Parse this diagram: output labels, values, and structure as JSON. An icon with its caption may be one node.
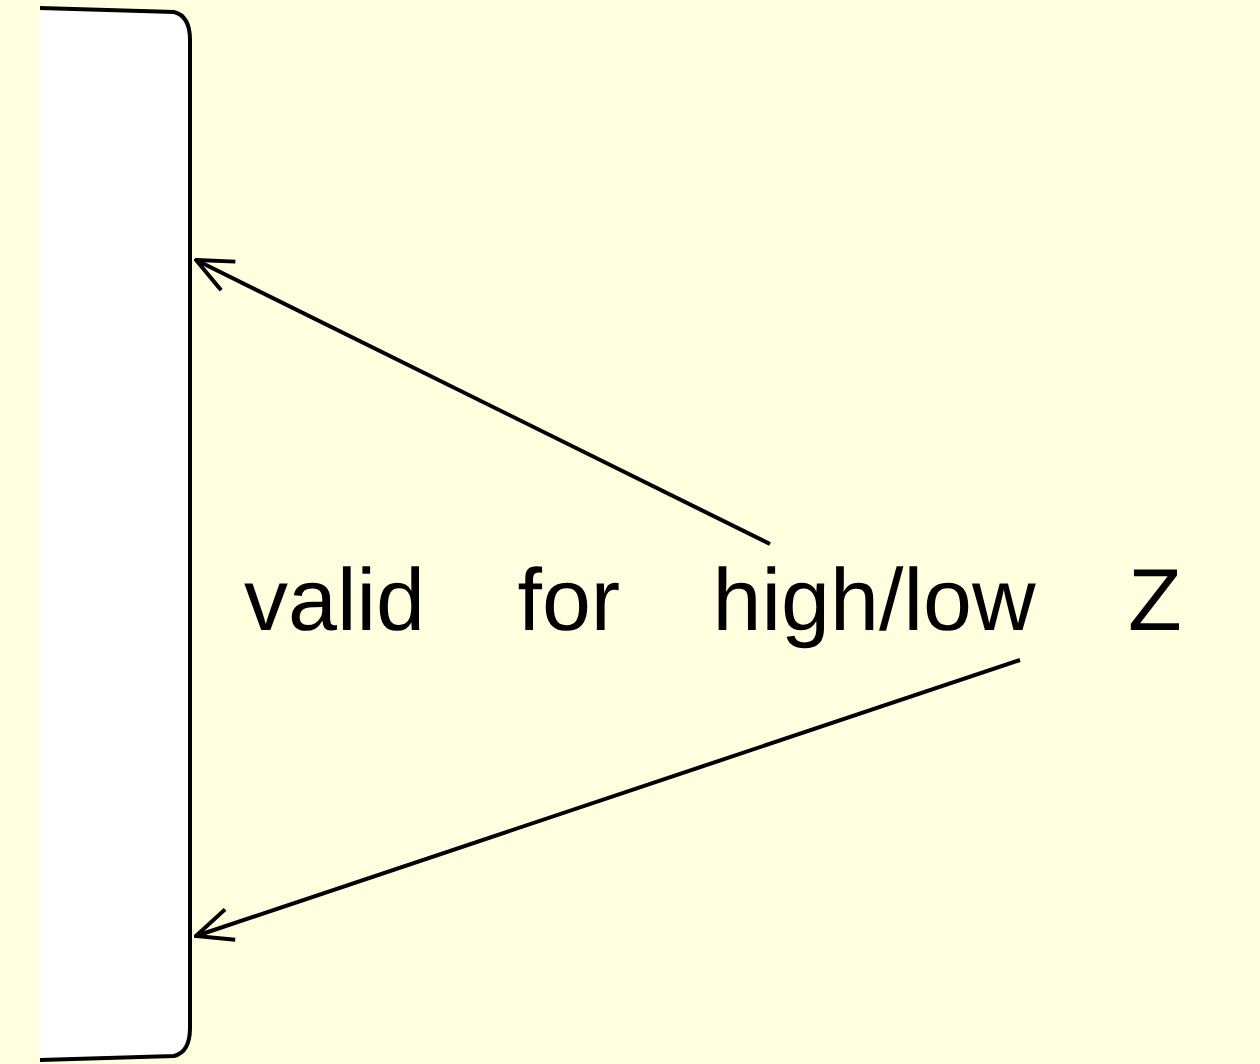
{
  "diagram": {
    "nodes": [
      {
        "text": [],
        "shape": "bar"
      },
      {
        "text": [
          "valid for high/low Z"
        ]
      }
    ],
    "edges": [
      {
        "from": 1,
        "to": 0,
        "arrow": "to"
      },
      {
        "from": 1,
        "to": 0,
        "arrow": "to"
      }
    ]
  }
}
